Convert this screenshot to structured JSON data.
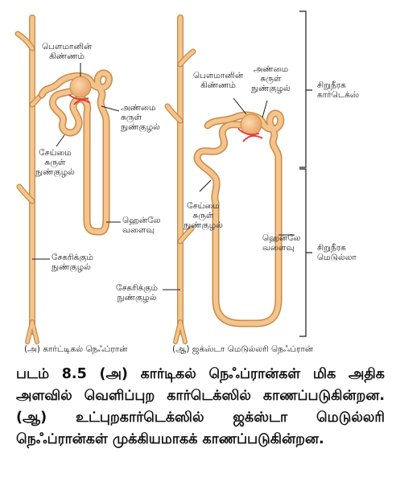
{
  "figure": {
    "a": {
      "glomerulus": [
        "பௌமானின்",
        "கிண்ணம்"
      ],
      "distal": [
        "அண்மை",
        "சுருள்",
        "நுண்குழல்"
      ],
      "proximal": [
        "சேய்மை",
        "சுருள்",
        "நுண்குழல்"
      ],
      "henle": [
        "ஹென்லே",
        "வளைவு"
      ],
      "collecting": [
        "சேகரிக்கும்",
        "நுண்குழல்"
      ],
      "subcaption": "(அ) கார்ட்டிகல் நெஃப்ரான்"
    },
    "b": {
      "glomerulus": [
        "பௌமானின்",
        "கிண்ணம்"
      ],
      "distal": [
        "அண்மை",
        "சுருள்",
        "நுண்குழல்"
      ],
      "proximal": [
        "சேய்மை",
        "சுருள்",
        "நுண்குழல்"
      ],
      "henle": [
        "ஹென்லே",
        "வளைவு"
      ],
      "collecting": [
        "சேகரிக்கும்",
        "நுண்குழல்"
      ],
      "subcaption": "(ஆ) ஜக்ஸ்டா மெடுல்லரி நெஃப்ரான்"
    },
    "regions": {
      "cortex": [
        "சிறுநீரக",
        "கார்டெக்ஸ்"
      ],
      "medulla": [
        "சிறுநீரக",
        "மெடுல்லா"
      ]
    }
  },
  "caption": "படம் 8.5 (அ) கார்டிகல் நெஃப்ரான்கள் மிக அதிக அளவில் வெளிப்புற கார்டெக்ஸில் காணப்படுகின்றன. (ஆ) உட்புறகார்டெக்ஸில் ஜக்ஸ்டா மெடுல்லரி நெஃப்ரான்கள் முக்கியமாகக் காணப்படுகின்றன.",
  "colors": {
    "tubule": "#f3c48e",
    "tubule_edge": "#c98a45",
    "vessel": "#e03a3a",
    "leader": "#1a1a1a"
  }
}
